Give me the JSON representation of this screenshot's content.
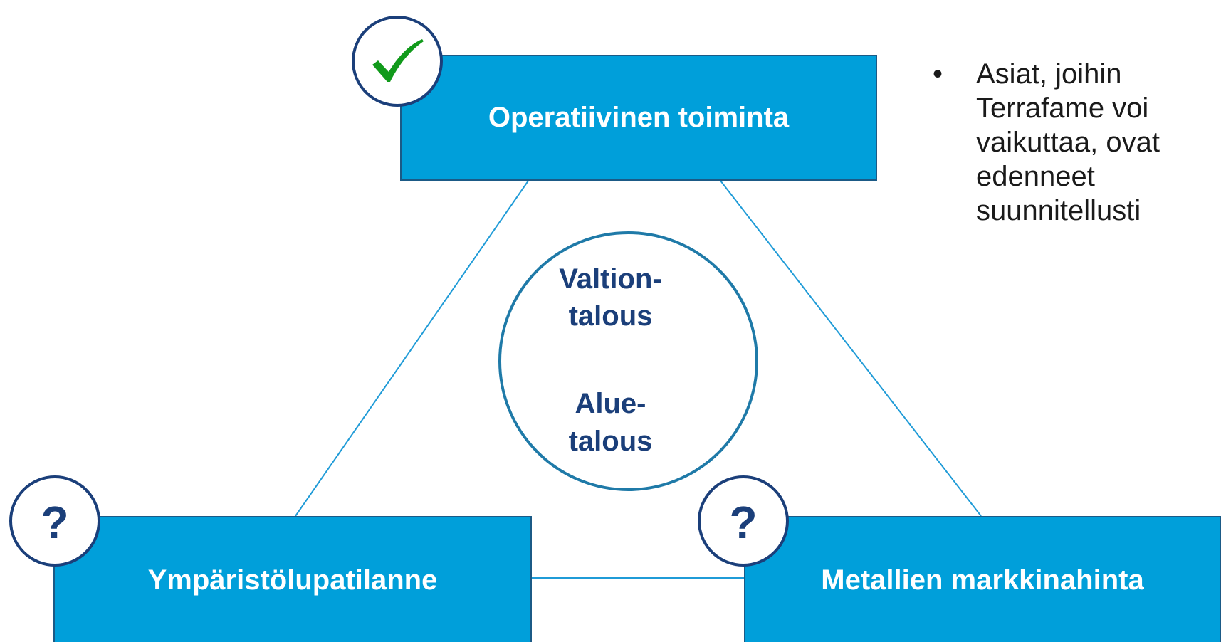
{
  "boxes": {
    "top": "Operatiivinen toiminta",
    "left": "Ympäristölupatilanne",
    "right": "Metallien markkinahinta"
  },
  "badges": {
    "top_icon": "checkmark-icon",
    "top_icon_color": "#119a1b",
    "left_symbol": "?",
    "right_symbol": "?"
  },
  "center": {
    "line1": "Valtion-",
    "line2": "talous",
    "line3": "Alue-",
    "line4": "talous"
  },
  "side_note": {
    "bullet": "•",
    "text": "Asiat, joihin Terrafame voi vaikuttaa, ovat edenneet suunnitellusti"
  },
  "colors": {
    "box_fill": "#009fda",
    "box_border": "#1b5a86",
    "badge_border": "#1b3f7a",
    "connector": "#1f9bd7",
    "center_text": "#1b3f7a"
  }
}
